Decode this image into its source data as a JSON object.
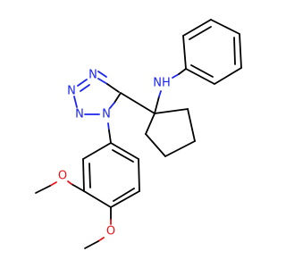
{
  "molecule": {
    "atoms": [
      {
        "symbol": "N",
        "color": "#1b25ee"
      },
      {
        "symbol": "N",
        "color": "#1b25ee"
      },
      {
        "symbol": "N",
        "color": "#1b25ee"
      },
      {
        "symbol": "N",
        "color": "#1b25ee"
      },
      {
        "symbol": "NH",
        "color": "#1b25ee"
      },
      {
        "symbol": "O",
        "color": "#e8141a"
      },
      {
        "symbol": "O",
        "color": "#e8141a"
      }
    ],
    "colors": {
      "carbon_bond": "#000000",
      "nitrogen": "#1b25ee",
      "oxygen": "#e8141a",
      "background": "#ffffff"
    }
  }
}
